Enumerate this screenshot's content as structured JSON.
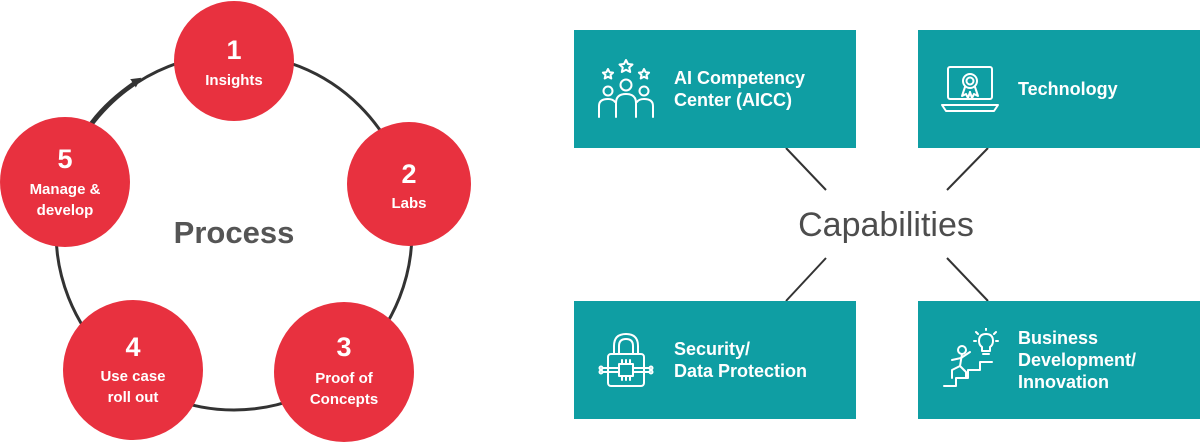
{
  "process": {
    "title": "Process",
    "steps": [
      {
        "number": "1",
        "label": "Insights"
      },
      {
        "number": "2",
        "label": "Labs"
      },
      {
        "number": "3",
        "label": "Proof of\nConcepts"
      },
      {
        "number": "4",
        "label": "Use case\nroll out"
      },
      {
        "number": "5",
        "label": "Manage &\ndevelop"
      }
    ]
  },
  "capabilities": {
    "title": "Capabilities",
    "boxes": [
      {
        "label": "AI Competency\nCenter (AICC)",
        "icon": "team-stars-icon"
      },
      {
        "label": "Technology",
        "icon": "laptop-award-icon"
      },
      {
        "label": "Security/\nData Protection",
        "icon": "padlock-chip-icon"
      },
      {
        "label": "Business\nDevelopment/\nInnovation",
        "icon": "climbing-idea-icon"
      }
    ]
  },
  "colors": {
    "step_circle": "#e8313f",
    "capability_box": "#0f9ea3",
    "ring_line": "#333333",
    "connector_line": "#333333"
  }
}
